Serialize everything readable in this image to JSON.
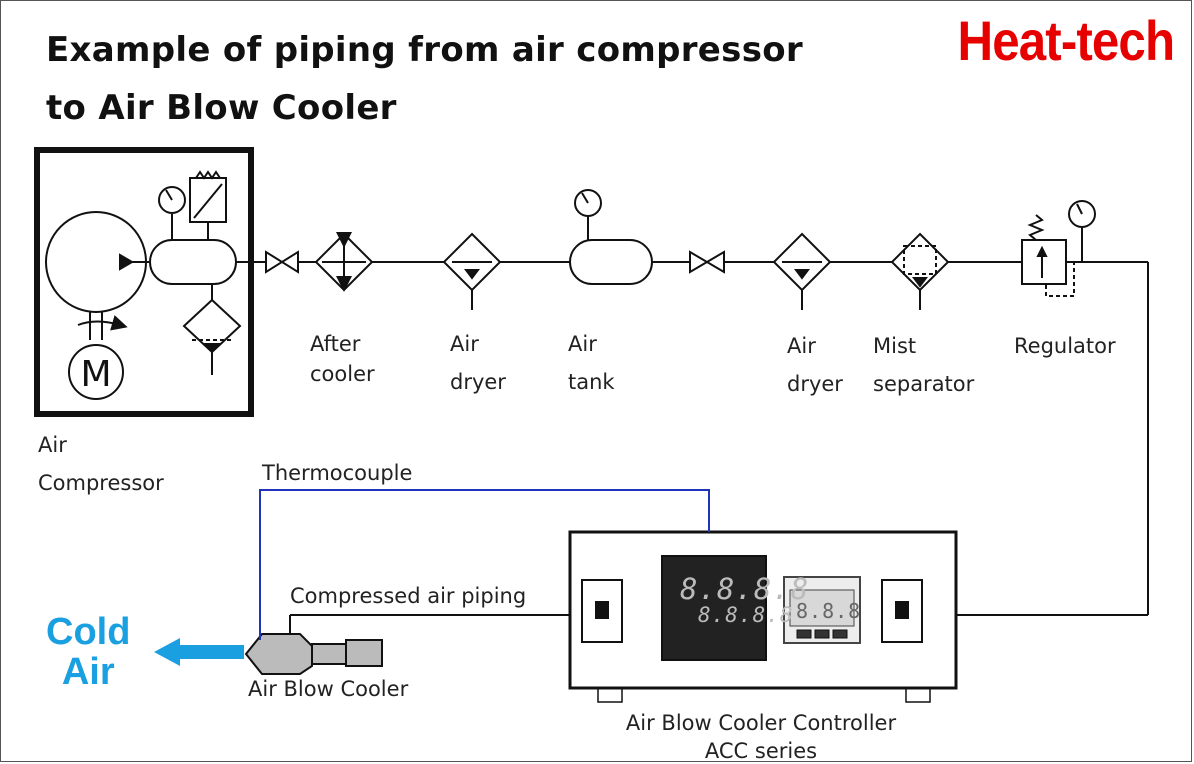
{
  "title": {
    "line1": "Example of piping from air compressor",
    "line2": "to Air Blow Cooler"
  },
  "brand": "Heat-tech",
  "labels": {
    "compressor": [
      "Air",
      "Compressor"
    ],
    "after_cooler": [
      "After",
      "cooler"
    ],
    "air_dryer_1": [
      "Air",
      "dryer"
    ],
    "air_tank": [
      "Air",
      "tank"
    ],
    "air_dryer_2": [
      "Air",
      "dryer"
    ],
    "mist_separator": [
      "Mist",
      "separator"
    ],
    "regulator": "Regulator",
    "thermocouple": "Thermocouple",
    "compressed_air_piping": "Compressed air piping",
    "air_blow_cooler": "Air Blow Cooler",
    "controller": [
      "Air Blow Cooler Controller",
      "ACC series"
    ],
    "cold_air": [
      "Cold",
      "Air"
    ]
  },
  "controller_display": {
    "main_readout": "8.8.8.8",
    "sub_readout": "8.8.8.8",
    "temp_readout": "8.8.8",
    "motor_symbol": "M"
  },
  "colors": {
    "brand": "#e60000",
    "cold_air": "#1aa0e0",
    "thermocouple_wire": "#2233bb",
    "line": "#111111"
  },
  "icons": [
    "compressor-motor-icon",
    "pressure-gauge-icon",
    "valve-icon",
    "heat-exchanger-icon",
    "filter-icon",
    "tank-icon",
    "regulator-icon"
  ]
}
